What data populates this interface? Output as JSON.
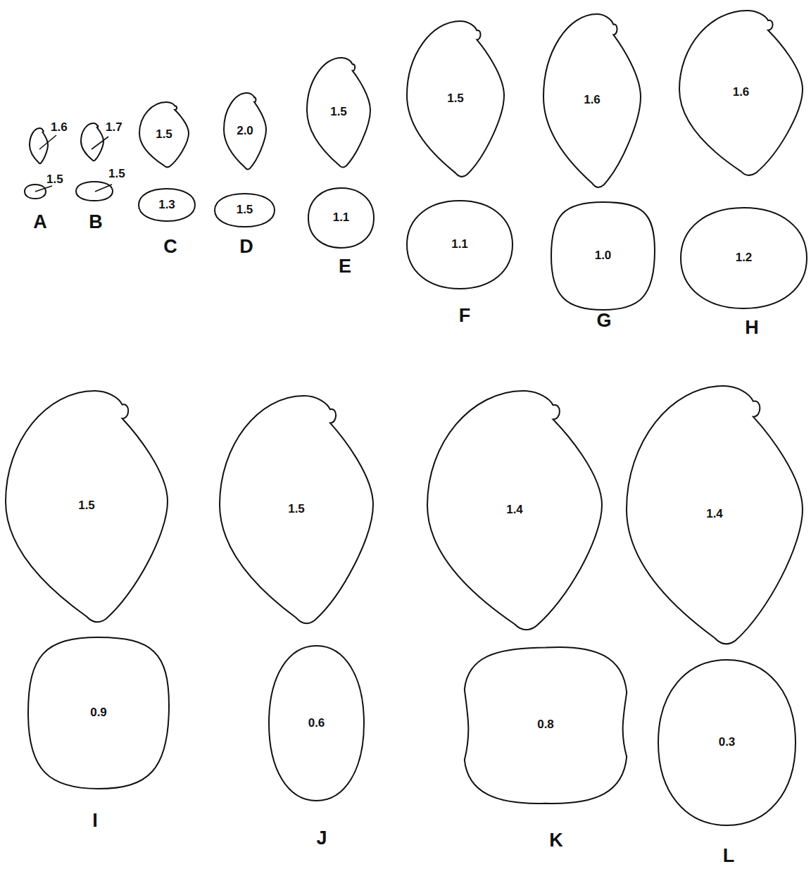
{
  "diagram": {
    "nodes": [
      {
        "text": [
          "1.6"
        ]
      },
      {
        "text": [
          "1.5"
        ]
      },
      {
        "text": [
          "1.7"
        ]
      },
      {
        "text": [
          "1.5"
        ]
      },
      {
        "text": [
          "1.5"
        ]
      },
      {
        "text": [
          "1.3"
        ]
      },
      {
        "text": [
          "2.0"
        ]
      },
      {
        "text": [
          "1.5"
        ]
      },
      {
        "text": [
          "1.5"
        ]
      },
      {
        "text": [
          "1.1"
        ]
      },
      {
        "text": [
          "1.5"
        ]
      },
      {
        "text": [
          "1.1"
        ]
      },
      {
        "text": [
          "1.6"
        ]
      },
      {
        "text": [
          "1.0"
        ]
      },
      {
        "text": [
          "1.6"
        ]
      },
      {
        "text": [
          "1.2"
        ]
      },
      {
        "text": [
          "1.5"
        ]
      },
      {
        "text": [
          "0.9"
        ]
      },
      {
        "text": [
          "1.5"
        ]
      },
      {
        "text": [
          "0.6"
        ]
      },
      {
        "text": [
          "1.4"
        ]
      },
      {
        "text": [
          "0.8"
        ]
      },
      {
        "text": [
          "1.4"
        ]
      },
      {
        "text": [
          "0.3"
        ]
      }
    ],
    "labels": [
      "A",
      "B",
      "C",
      "D",
      "E",
      "F",
      "G",
      "H",
      "I",
      "J",
      "K",
      "L"
    ]
  }
}
